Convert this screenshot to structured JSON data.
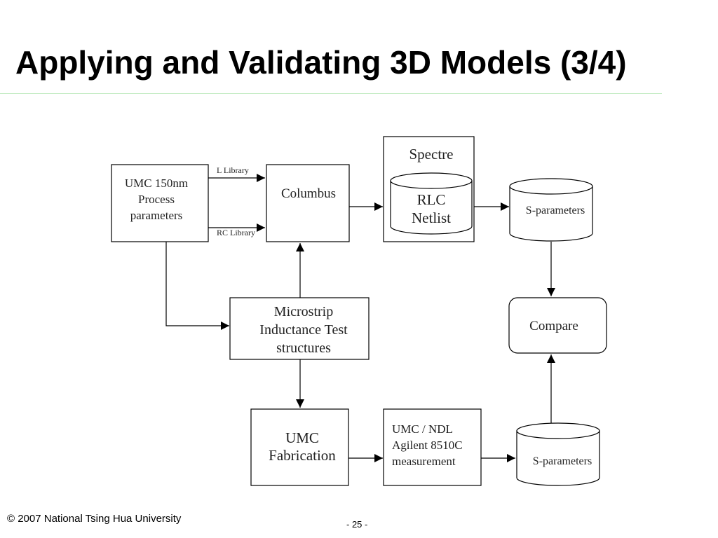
{
  "slide": {
    "title": "Applying and Validating 3D Models (3/4)",
    "footer_copyright": "© 2007 National Tsing Hua University",
    "page_number": "- 25 -"
  },
  "diagram": {
    "process": {
      "line1": "UMC 150nm",
      "line2": "Process",
      "line3": "parameters"
    },
    "l_library": "L Library",
    "rc_library": "RC Library",
    "columbus": "Columbus",
    "spectre": "Spectre",
    "rlc": {
      "line1": "RLC",
      "line2": "Netlist"
    },
    "sparams_sim": "S-parameters",
    "compare": "Compare",
    "microstrip": {
      "line1": "Microstrip",
      "line2": "Inductance Test",
      "line3": "structures"
    },
    "fabrication": {
      "line1": "UMC",
      "line2": "Fabrication"
    },
    "measurement": {
      "line1": "UMC / NDL",
      "line2": "Agilent 8510C",
      "line3": "measurement"
    },
    "sparams_meas": "S-parameters"
  }
}
